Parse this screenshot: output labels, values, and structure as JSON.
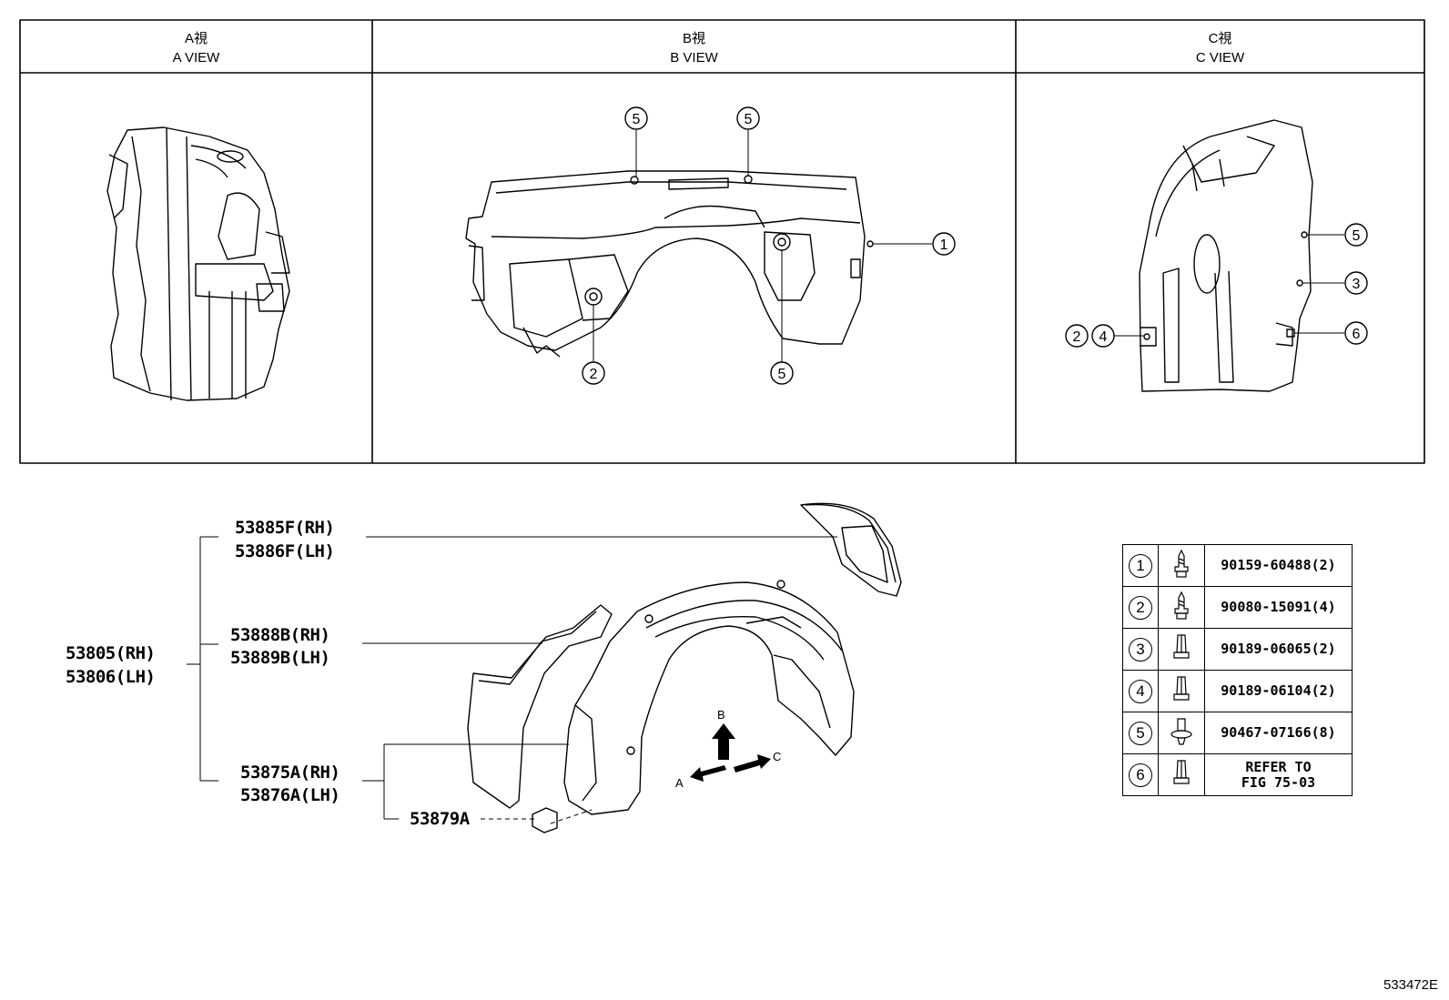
{
  "views": [
    {
      "jp": "A視",
      "en": "A VIEW"
    },
    {
      "jp": "B視",
      "en": "B VIEW"
    },
    {
      "jp": "C視",
      "en": "C VIEW"
    }
  ],
  "callouts": {
    "b_view": [
      "5",
      "5",
      "1",
      "2",
      "5"
    ],
    "c_view": [
      "5",
      "3",
      "6",
      "2",
      "4"
    ]
  },
  "assembly": {
    "main_rh": "53805(RH)",
    "main_lh": "53806(LH)",
    "liner_f_rh": "53885F(RH)",
    "liner_f_lh": "53886F(LH)",
    "liner_b_rh": "53888B(RH)",
    "liner_b_lh": "53889B(LH)",
    "liner_a_rh": "53875A(RH)",
    "liner_a_lh": "53876A(LH)",
    "clip": "53879A"
  },
  "arrows": {
    "a": "A",
    "b": "B",
    "c": "C"
  },
  "legend": [
    {
      "num": "1",
      "icon": "screw-icon",
      "part": "90159-60488(2)"
    },
    {
      "num": "2",
      "icon": "screw-icon",
      "part": "90080-15091(4)"
    },
    {
      "num": "3",
      "icon": "nut-icon",
      "part": "90189-06065(2)"
    },
    {
      "num": "4",
      "icon": "nut-icon",
      "part": "90189-06104(2)"
    },
    {
      "num": "5",
      "icon": "clip-icon",
      "part": "90467-07166(8)"
    },
    {
      "num": "6",
      "icon": "nut-icon",
      "part_line1": "REFER TO",
      "part_line2": "FIG 75-03"
    }
  ],
  "figure_number": "533472E"
}
